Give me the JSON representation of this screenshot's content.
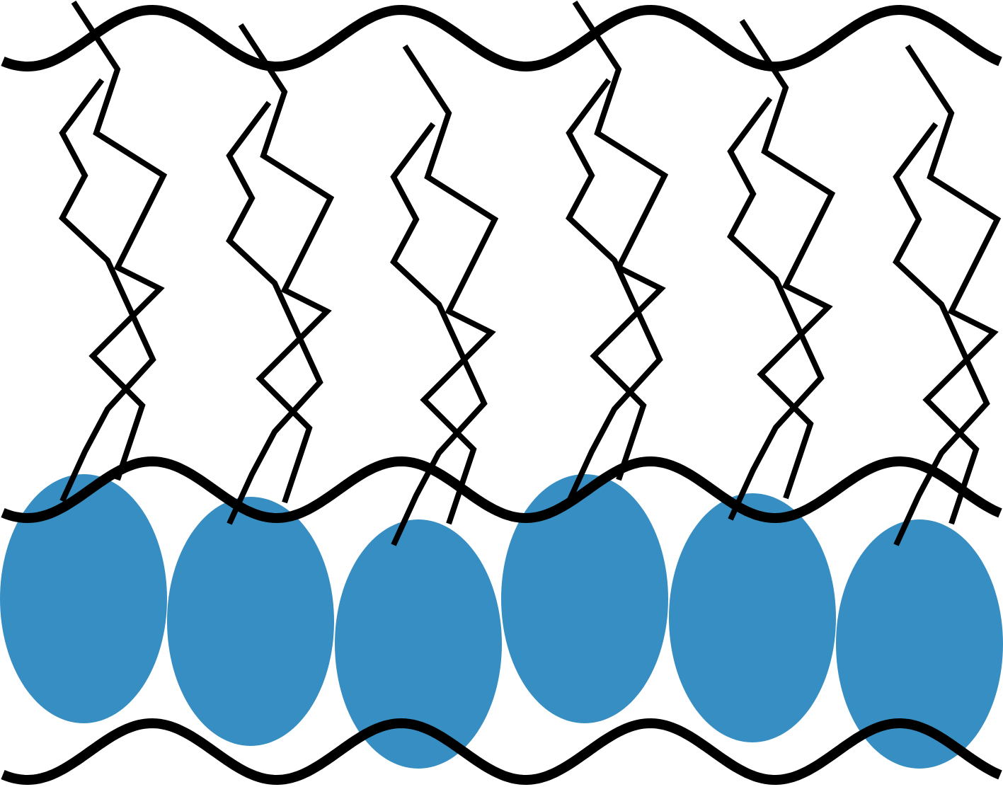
{
  "diagram": {
    "colors": {
      "head_fill": "#368ec2",
      "line": "#000000",
      "background": "#ffffff"
    },
    "heads": [
      {
        "index": 1
      },
      {
        "index": 2
      },
      {
        "index": 3
      },
      {
        "index": 4
      },
      {
        "index": 5
      },
      {
        "index": 6
      }
    ],
    "tails": [
      {
        "index": 1
      },
      {
        "index": 2
      },
      {
        "index": 3
      },
      {
        "index": 4
      },
      {
        "index": 5
      },
      {
        "index": 6
      }
    ],
    "waves": [
      {
        "name": "top"
      },
      {
        "name": "middle"
      },
      {
        "name": "bottom"
      }
    ]
  }
}
